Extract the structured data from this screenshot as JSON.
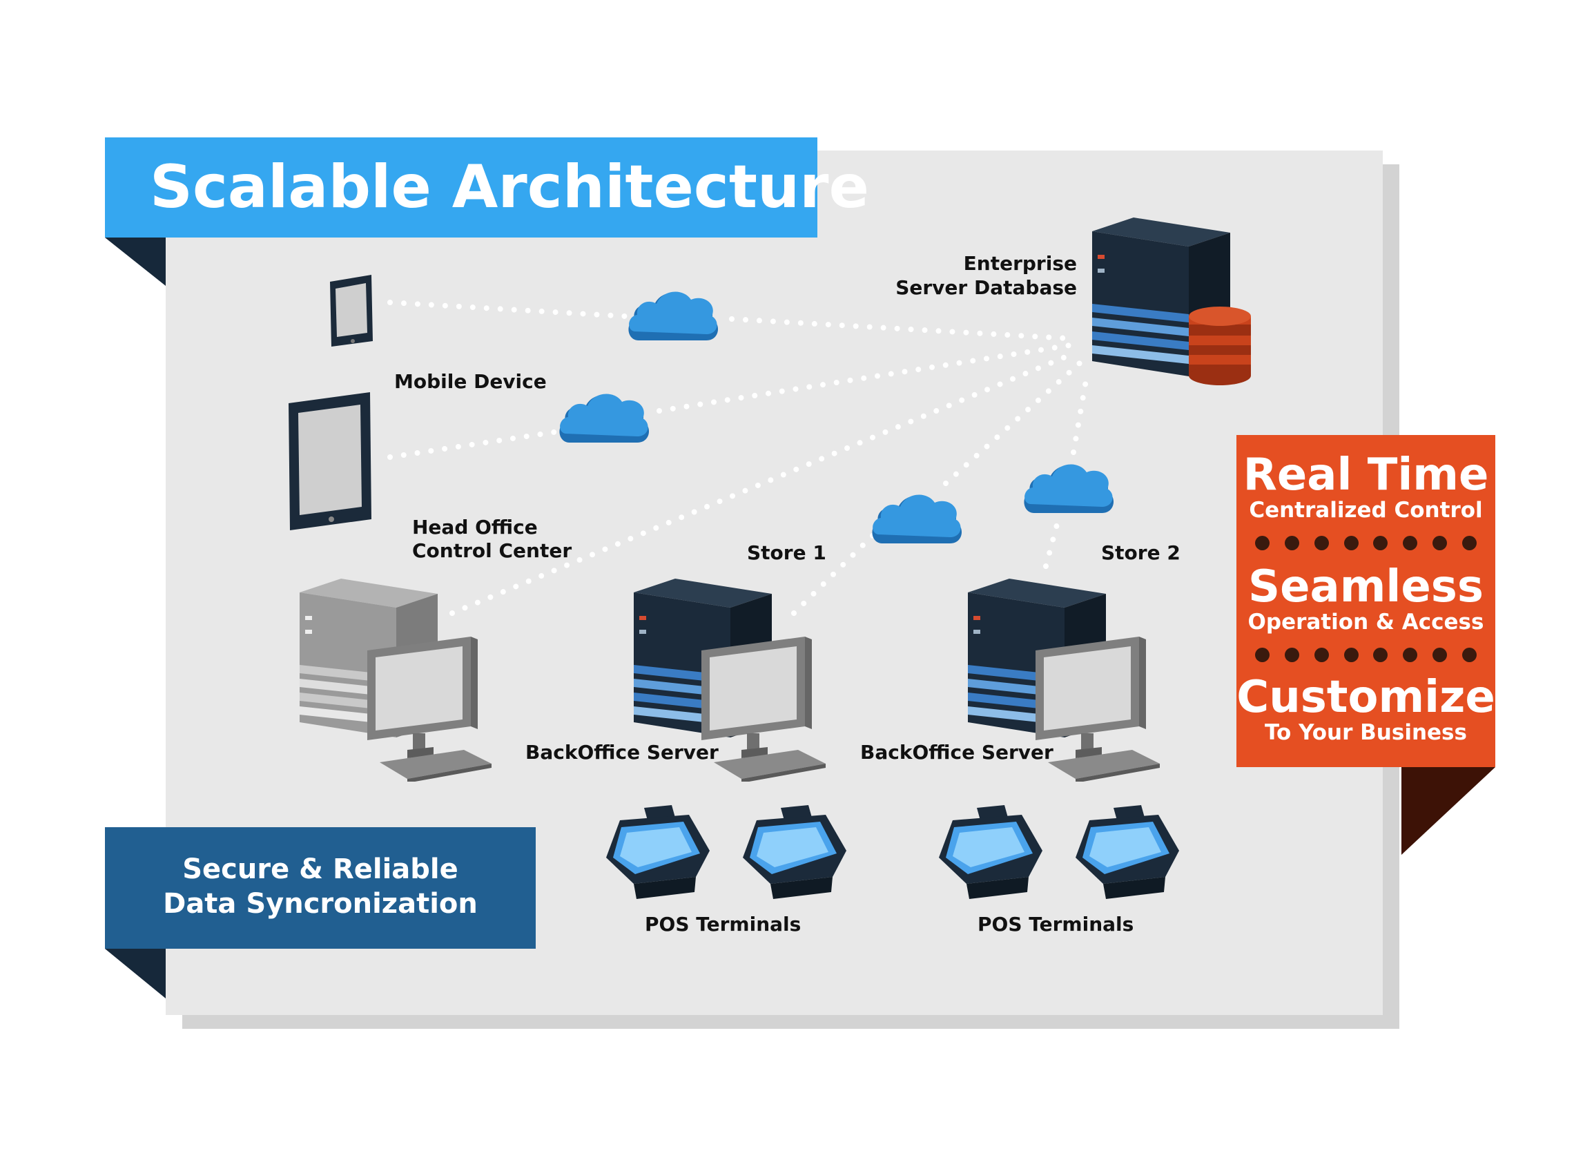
{
  "title": "Scalable Architecture",
  "nodes": {
    "mobile_device": "Mobile Device",
    "enterprise_line1": "Enterprise",
    "enterprise_line2": "Server Database",
    "head_office_line1": "Head Office",
    "head_office_line2": "Control Center",
    "store1": "Store 1",
    "store2": "Store 2",
    "backoffice1": "BackOffice Server",
    "backoffice2": "BackOffice Server",
    "pos1": "POS Terminals",
    "pos2": "POS Terminals"
  },
  "sync_banner": {
    "line1": "Secure & Reliable",
    "line2": "Data Syncronization"
  },
  "features": {
    "f1_title": "Real Time",
    "f1_sub": "Centralized Control",
    "f2_title": "Seamless",
    "f2_sub": "Operation & Access",
    "f3_title": "Customize",
    "f3_sub": "To Your Business"
  },
  "colors": {
    "title_blue": "#35a7f0",
    "sync_blue": "#215f91",
    "orange": "#e54f22",
    "cloud": "#2f8fd6",
    "server_dark": "#1b2a3a",
    "database": "#c9431c",
    "fold_dark": "#16283a",
    "fold_red": "#3d1206"
  },
  "icons": [
    "tablet-icon",
    "cloud-icon",
    "server-tower-icon",
    "database-icon",
    "desktop-computer-icon",
    "pos-terminal-icon"
  ]
}
